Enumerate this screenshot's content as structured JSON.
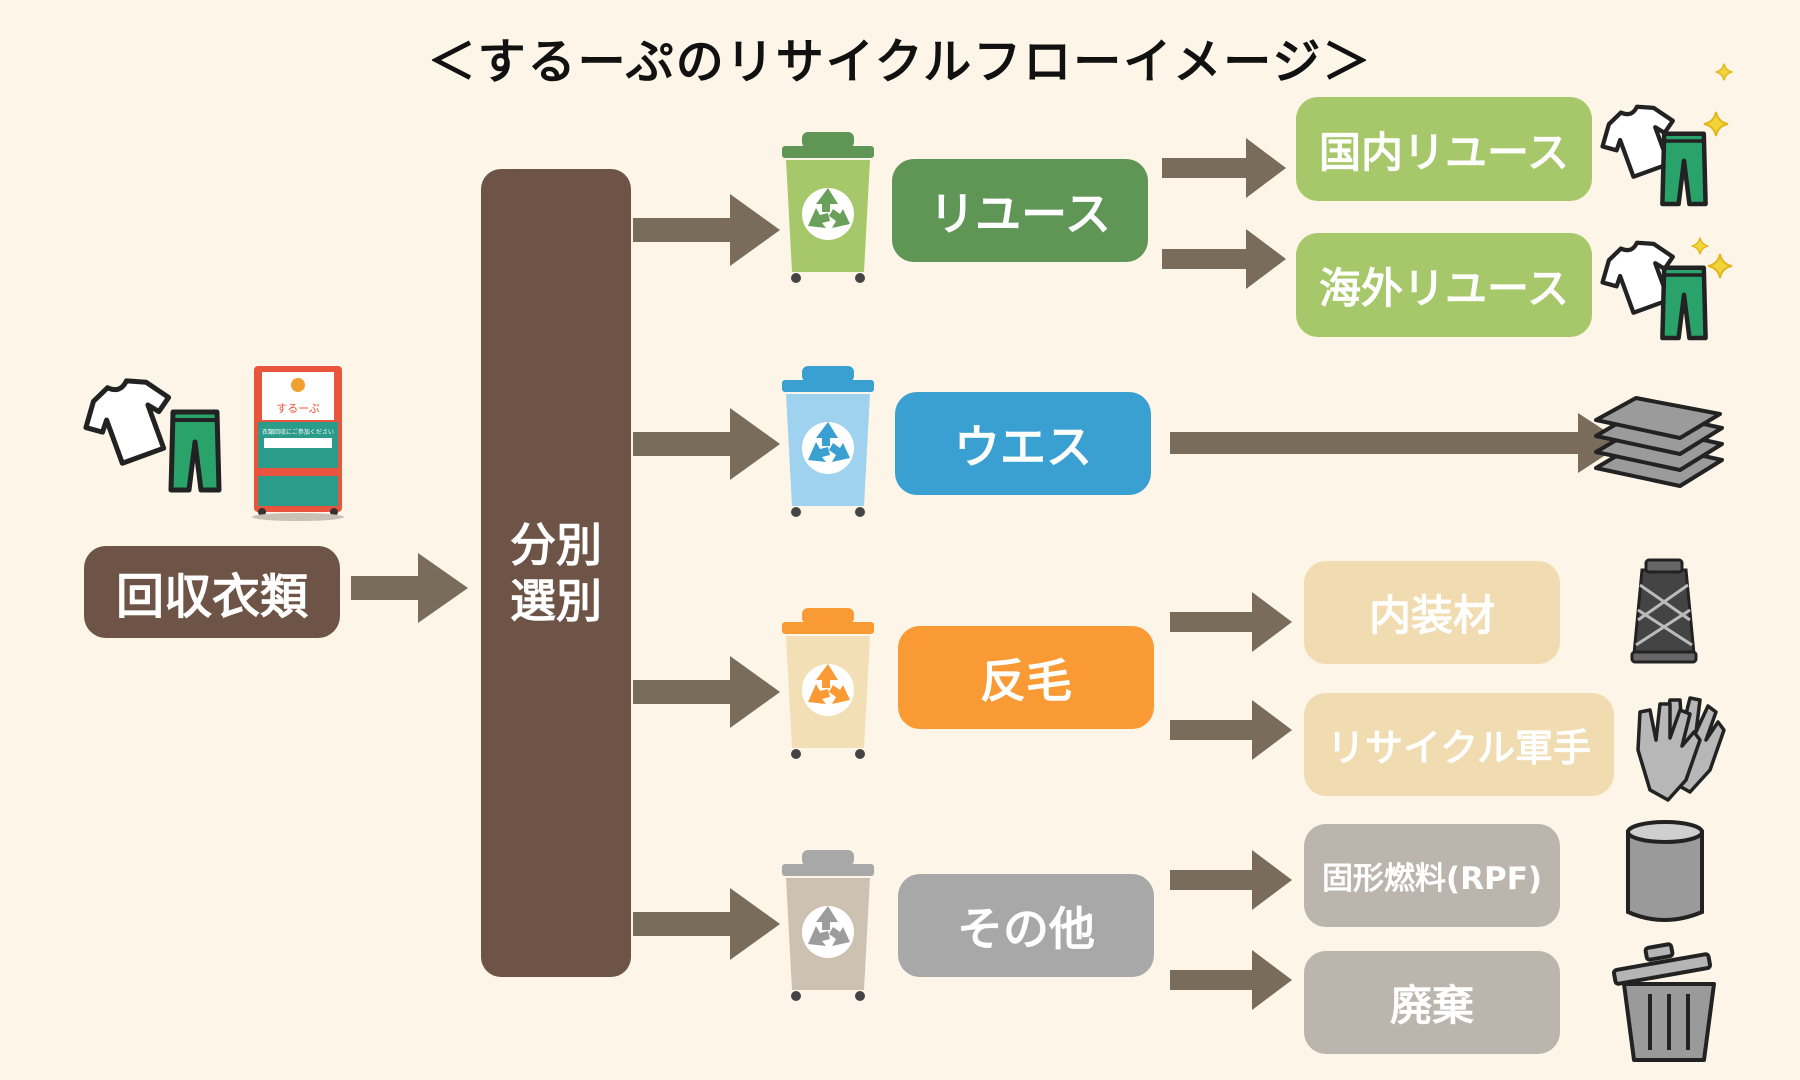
{
  "title": "＜するーぷのリサイクルフローイメージ＞",
  "source": {
    "label": "回収衣類"
  },
  "sorting": {
    "line1": "分別",
    "line2": "選別"
  },
  "categories": {
    "reuse": "リユース",
    "waste": "ウエス",
    "wool": "反毛",
    "other": "その他"
  },
  "outputs": {
    "domestic_reuse": "国内リユース",
    "overseas_reuse": "海外リユース",
    "interior": "内装材",
    "recycled_gloves": "リサイクル軍手",
    "rpf": "固形燃料(RPF)",
    "disposal": "廃棄"
  },
  "box_labels": {
    "brand": "するーぷ",
    "instruction": "衣類回収にご参加ください"
  },
  "colors": {
    "background": "#fdf6e8",
    "brown": "#6d5447",
    "arrow": "#7a6c5a",
    "reuse": "#5f9656",
    "reuse_light": "#a7c86a",
    "waste": "#3aa0d1",
    "wool": "#f99a34",
    "wool_light": "#f1dcb1",
    "other": "#a8a8a8",
    "other_light": "#bcb5ad"
  },
  "icons": [
    "tshirt-icon",
    "pants-icon",
    "collection-box-icon",
    "recycle-bin-icon",
    "cloth-stack-icon",
    "yarn-spool-icon",
    "gloves-icon",
    "fuel-cylinder-icon",
    "trash-can-icon",
    "sparkle-icon"
  ]
}
